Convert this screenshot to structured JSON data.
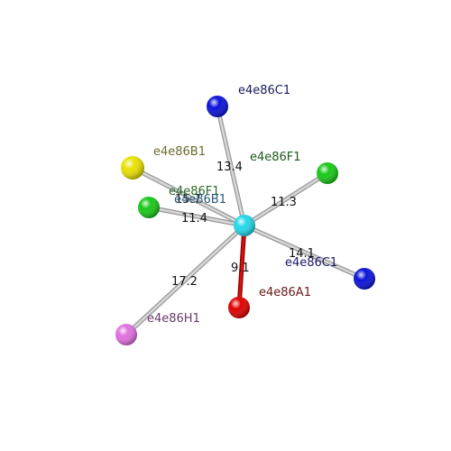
{
  "diagram": {
    "center_atom": {
      "color": "#22d8e8"
    },
    "neighbors": [
      {
        "id": "n-c1-top",
        "label": "e4e86C1",
        "distance": "13.4",
        "atom_color": "#0a12d8",
        "label_color": "#1a1a5c",
        "bond_color": "#d8d8d8"
      },
      {
        "id": "n-b1-yellow",
        "label": "e4e86B1",
        "distance": "15.7",
        "atom_color": "#e8e000",
        "label_color": "#6a6a2a",
        "bond_color": "#d8d8d8"
      },
      {
        "id": "n-f1-right",
        "label": "e4e86F1",
        "distance": "11.3",
        "atom_color": "#18c818",
        "label_color": "#1e5a1e",
        "bond_color": "#d8d8d8"
      },
      {
        "id": "n-f1-left",
        "label": "e4e86F1",
        "distance": "11.4",
        "atom_color": "#18c818",
        "label_color": "#2a6a2a",
        "bond_color": "#d8d8d8"
      },
      {
        "id": "n-b1-inner",
        "label": "e4e86B1",
        "distance": "",
        "atom_color": "",
        "label_color": "#2a5a7a",
        "bond_color": ""
      },
      {
        "id": "n-c1-right",
        "label": "e4e86C1",
        "distance": "14.1",
        "atom_color": "#0a12d8",
        "label_color": "#1a1a6a",
        "bond_color": "#d8d8d8"
      },
      {
        "id": "n-a1",
        "label": "e4e86A1",
        "distance": "9.1",
        "atom_color": "#e00000",
        "label_color": "#6a1a1a",
        "bond_color": "#dd1010"
      },
      {
        "id": "n-h1",
        "label": "e4e86H1",
        "distance": "17.2",
        "atom_color": "#e070e0",
        "label_color": "#6a3a6a",
        "bond_color": "#d8d8d8"
      }
    ]
  }
}
